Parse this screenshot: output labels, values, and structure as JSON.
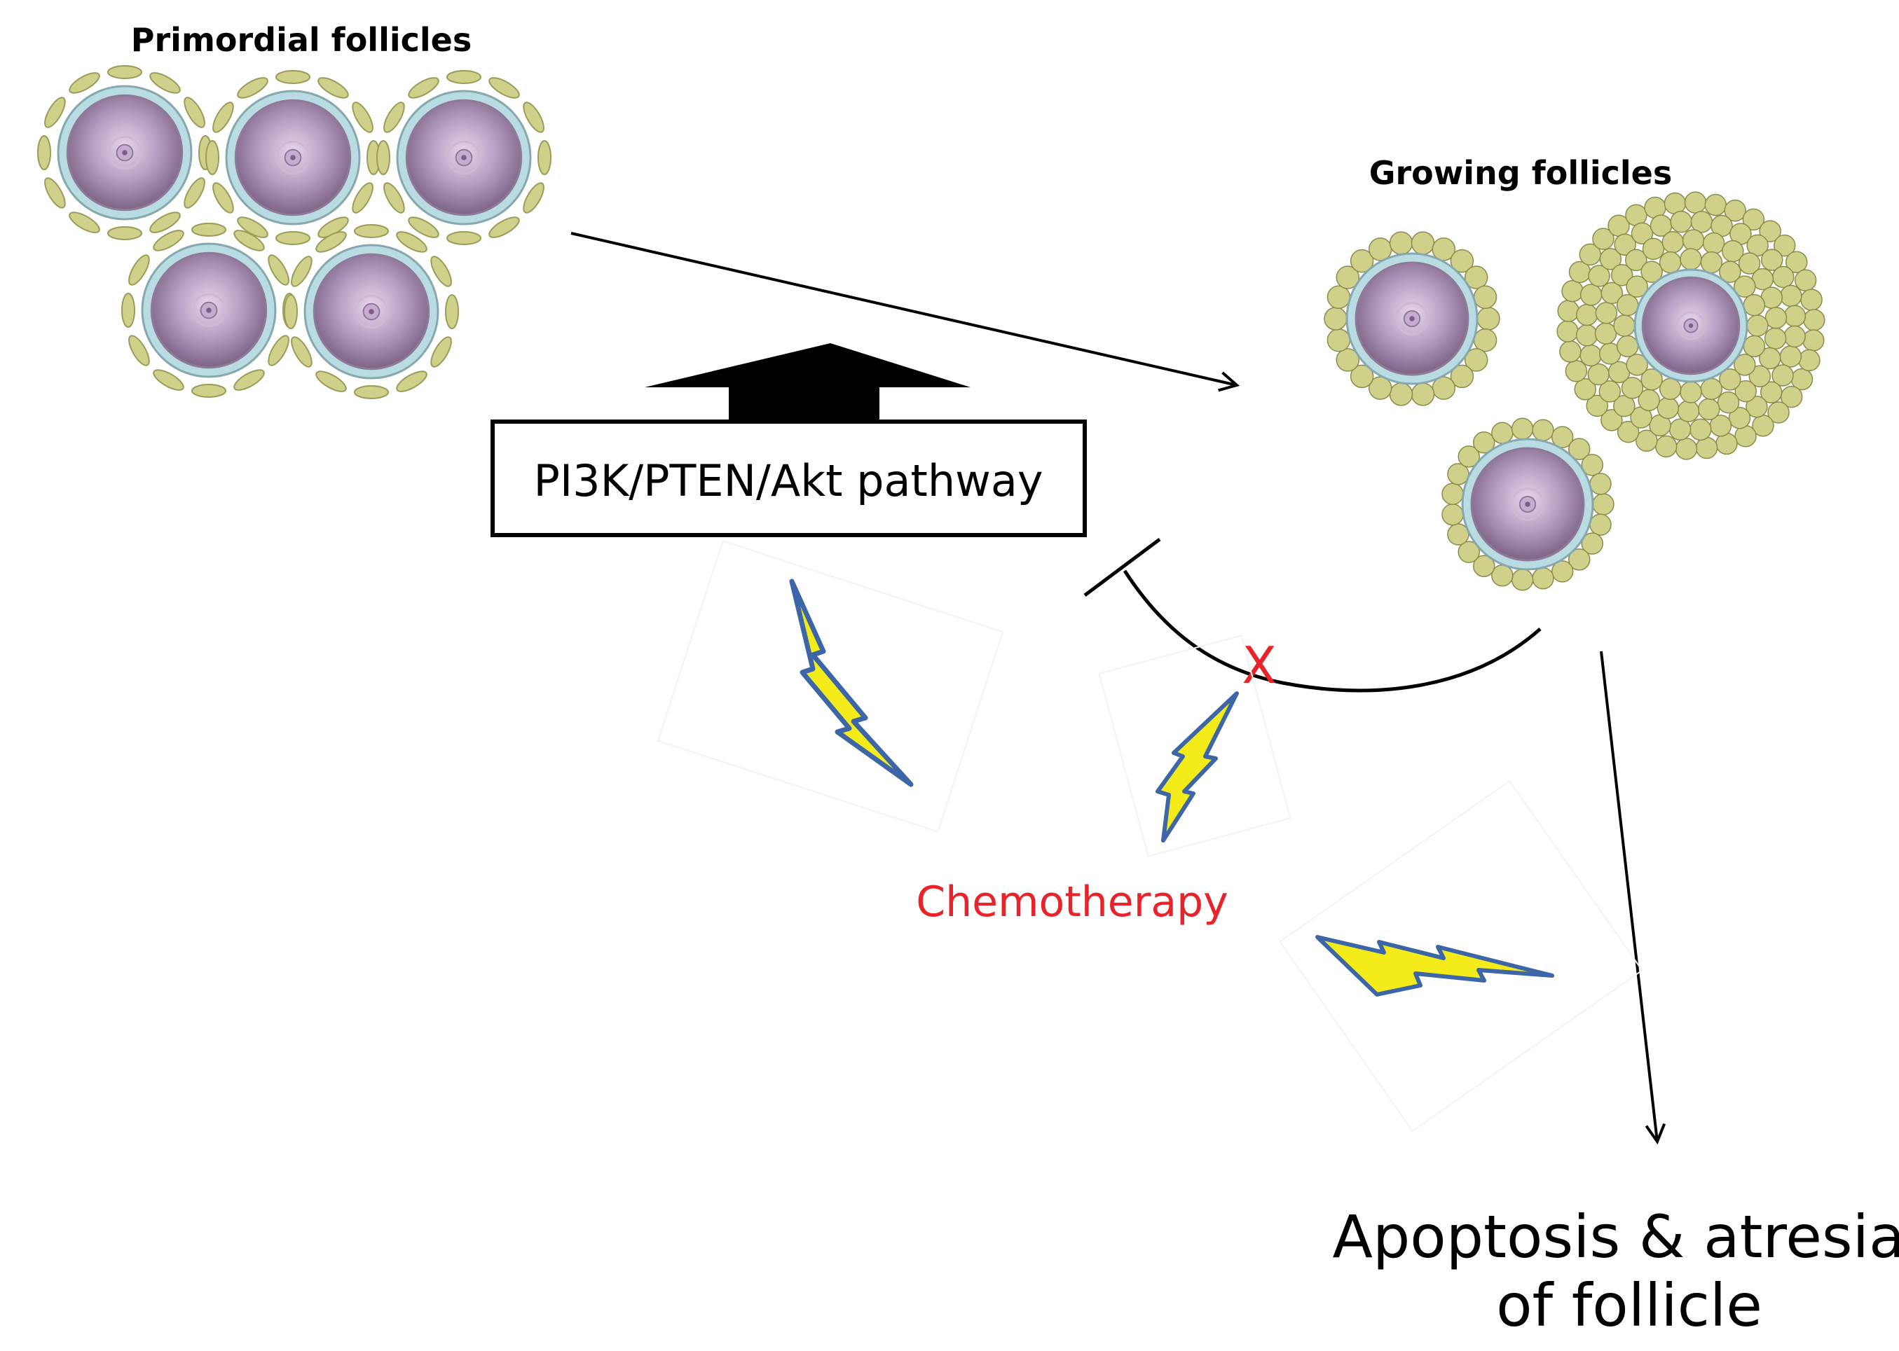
{
  "labels": {
    "primordial": "Primordial follicles",
    "growing": "Growing follicles",
    "pathway": "PI3K/PTEN/Akt pathway",
    "chemotherapy": "Chemotherapy",
    "outcome_line1": "Apoptosis & atresia",
    "outcome_line2": "of follicle",
    "block_mark": "X"
  },
  "colors": {
    "oocyte_fill": "#a98fb4",
    "zona": "#b9dbe2",
    "granulosa": "#cfd08a",
    "lightning_fill": "#f4ec1a",
    "lightning_stroke": "#3c66a8",
    "chemo_text": "#e8232a",
    "block_x": "#e8232a"
  },
  "icons": {
    "primordial_follicle": "primordial-follicle-icon",
    "growing_follicle": "growing-follicle-icon",
    "lightning": "lightning-bolt-icon"
  }
}
